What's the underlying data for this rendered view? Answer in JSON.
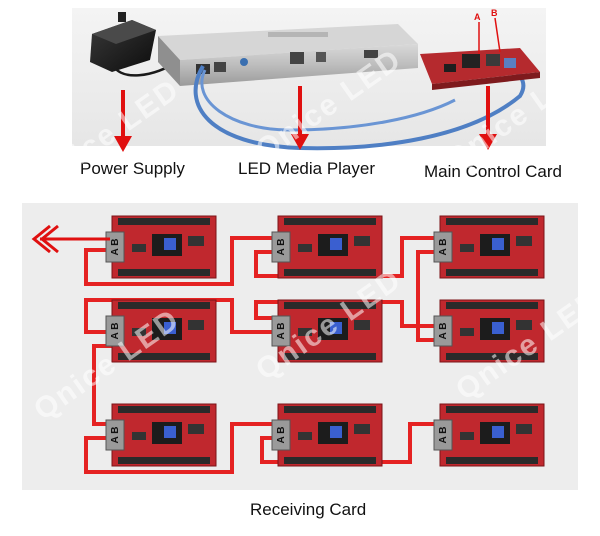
{
  "labels": {
    "power_supply": "Power Supply",
    "media_player": "LED Media Player",
    "control_card": "Main Control Card",
    "receiving_card": "Receiving Card"
  },
  "port_labels": {
    "a": "A",
    "b": "B",
    "ab": "A B"
  },
  "watermark": "Qnice LED",
  "colors": {
    "arrow": "#e01010",
    "cable_blue": "#4f7fc4",
    "board_red": "#c0282e",
    "connector_red": "#e52222",
    "photo_bg": "#efefef"
  }
}
